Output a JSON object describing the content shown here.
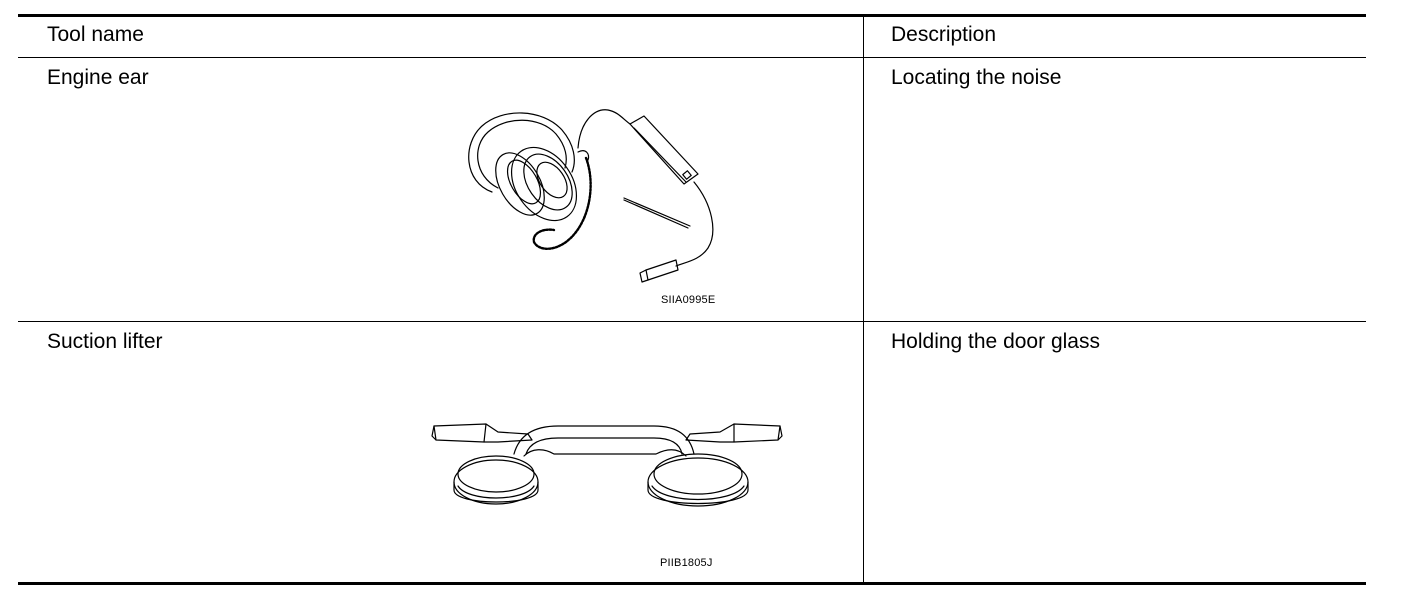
{
  "table": {
    "headers": {
      "tool_name": "Tool name",
      "description": "Description"
    },
    "rows": [
      {
        "tool_name": "Engine ear",
        "description": "Locating the noise",
        "figure_code": "SIIA0995E",
        "illustration": "engine-ear-headset-icon"
      },
      {
        "tool_name": "Suction lifter",
        "description": "Holding the door glass",
        "figure_code": "PIIB1805J",
        "illustration": "suction-lifter-icon"
      }
    ]
  }
}
